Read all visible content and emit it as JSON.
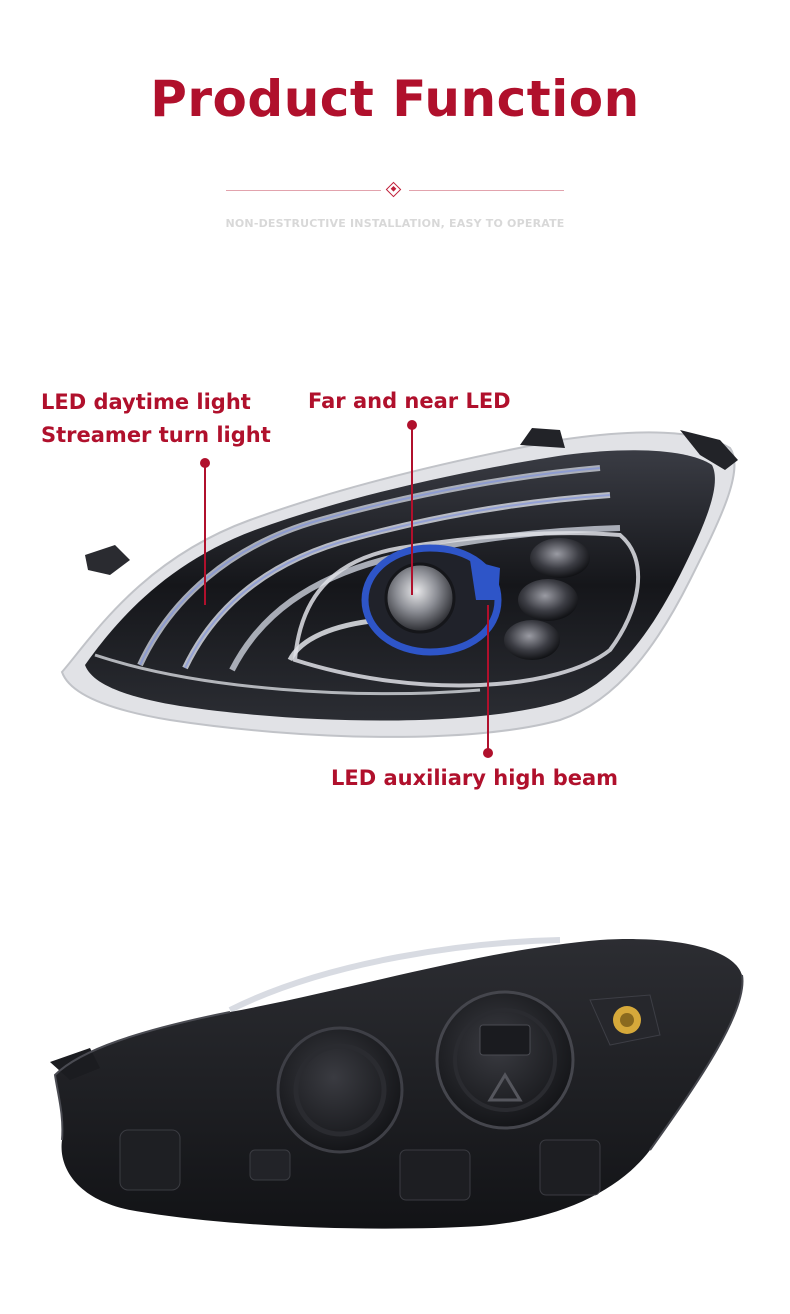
{
  "header": {
    "title": "Product Function",
    "subtitle": "NON-DESTRUCTIVE INSTALLATION, EASY TO OPERATE"
  },
  "callouts": {
    "daytime_light": "LED daytime light",
    "turn_light": "Streamer turn light",
    "far_near": "Far and near LED",
    "aux_beam": "LED auxiliary high beam"
  },
  "colors": {
    "accent": "#b0102c",
    "housing": "#1a1b1f",
    "blue_ring": "#2e55c8"
  }
}
